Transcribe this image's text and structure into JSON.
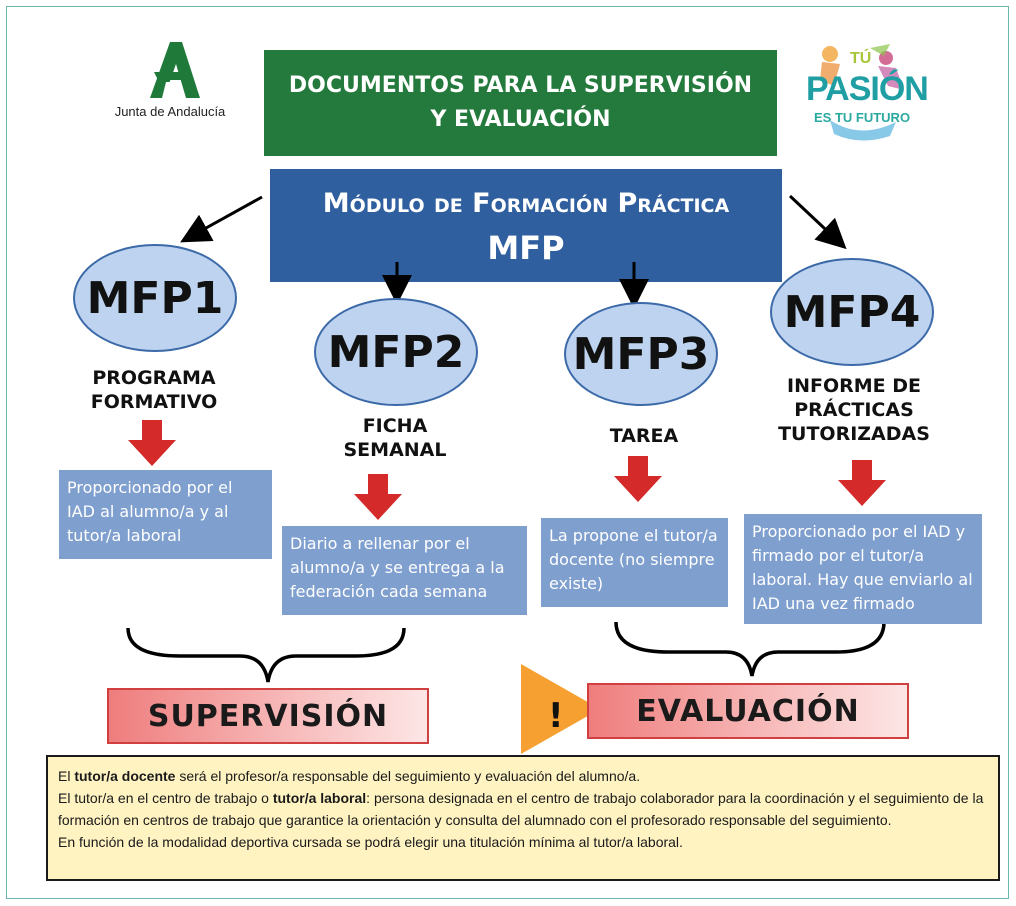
{
  "header": {
    "logo_left_text": "Junta de Andalucía",
    "title_line1": "DOCUMENTOS PARA LA SUPERVISIÓN",
    "title_line2": "Y EVALUACIÓN",
    "logo_right": {
      "top": "TÚ",
      "main": "PASIÓN",
      "bottom": "ES TU FUTURO"
    }
  },
  "module": {
    "title": "Módulo de Formación Práctica",
    "abbr": "MFP"
  },
  "documents": [
    {
      "code": "MFP1",
      "label_line1": "PROGRAMA",
      "label_line2": "FORMATIVO",
      "description": "Proporcionado por el IAD al alumno/a y al tutor/a laboral"
    },
    {
      "code": "MFP2",
      "label_line1": "FICHA",
      "label_line2": "SEMANAL",
      "description": "Diario a rellenar por el alumno/a y se entrega a la federación cada semana"
    },
    {
      "code": "MFP3",
      "label_line1": "TAREA",
      "label_line2": "",
      "description": "La propone el tutor/a docente (no siempre existe)"
    },
    {
      "code": "MFP4",
      "label_line1": "INFORME DE",
      "label_line2": "PRÁCTICAS",
      "label_line3": "TUTORIZADAS",
      "description": "Proporcionado por el IAD y firmado por el tutor/a laboral. Hay que enviarlo al IAD una vez firmado"
    }
  ],
  "results": {
    "supervision": "SUPERVISIÓN",
    "evaluation": "EVALUACIÓN",
    "warning_symbol": "!"
  },
  "note": {
    "line1_pre": "El ",
    "line1_bold": "tutor/a docente",
    "line1_post": " será el profesor/a responsable del seguimiento y evaluación del alumno/a.",
    "line2_pre": "El tutor/a en el centro de trabajo o ",
    "line2_bold": "tutor/a laboral",
    "line2_post": ": persona designada en el centro de trabajo colaborador para la coordinación y el seguimiento de la formación en centros de trabajo que garantice la orientación y consulta del alumnado con el profesorado responsable del seguimiento.",
    "line3": "En función de la modalidad deportiva cursada se podrá elegir una titulación mínima al tutor/a laboral."
  },
  "colors": {
    "title_green": "#247a3c",
    "module_blue": "#2f5f9f",
    "oval_fill": "#bdd3ef",
    "desc_fill": "#7f9fcf",
    "red_arrow": "#d42a2a",
    "note_fill": "#fff3c2",
    "warning_orange": "#f5a030"
  }
}
